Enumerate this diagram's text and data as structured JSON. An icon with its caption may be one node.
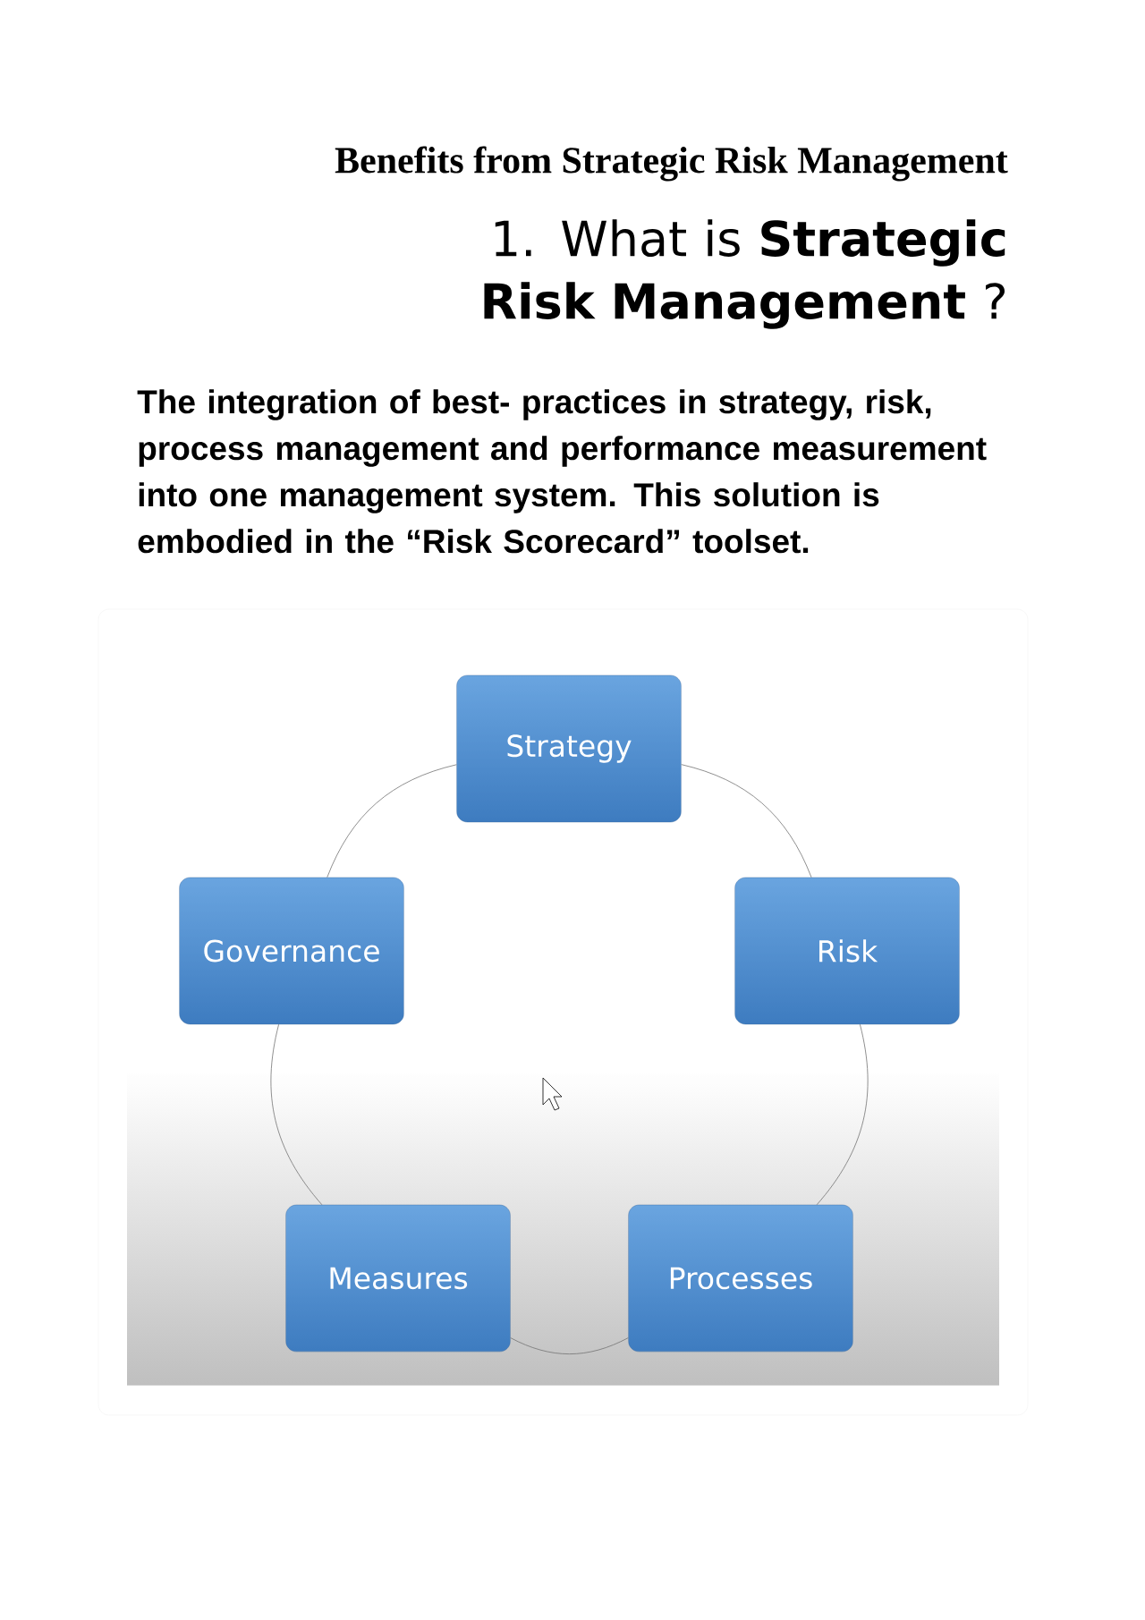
{
  "diagram": {
    "title": "Benefits from Strategic Risk Management",
    "nodes": [
      {
        "text": [
          "Strategy"
        ]
      },
      {
        "text": [
          "Governance"
        ]
      },
      {
        "text": [
          "Risk"
        ]
      },
      {
        "text": [
          "Measures"
        ]
      },
      {
        "text": [
          "Processes"
        ]
      }
    ],
    "edges": [
      {
        "from": 0,
        "to": 2,
        "arrow": "none"
      },
      {
        "from": 2,
        "to": 4,
        "arrow": "none"
      },
      {
        "from": 4,
        "to": 3,
        "arrow": "none"
      },
      {
        "from": 3,
        "to": 1,
        "arrow": "none"
      },
      {
        "from": 1,
        "to": 0,
        "arrow": "none"
      }
    ],
    "labels": [
      "1. What is **Strategic Risk Management** ?",
      "The integration of best- practices in strategy, risk, process management and performance measurement into one management system. This solution is embodied in the “Risk Scorecard” toolset."
    ]
  }
}
